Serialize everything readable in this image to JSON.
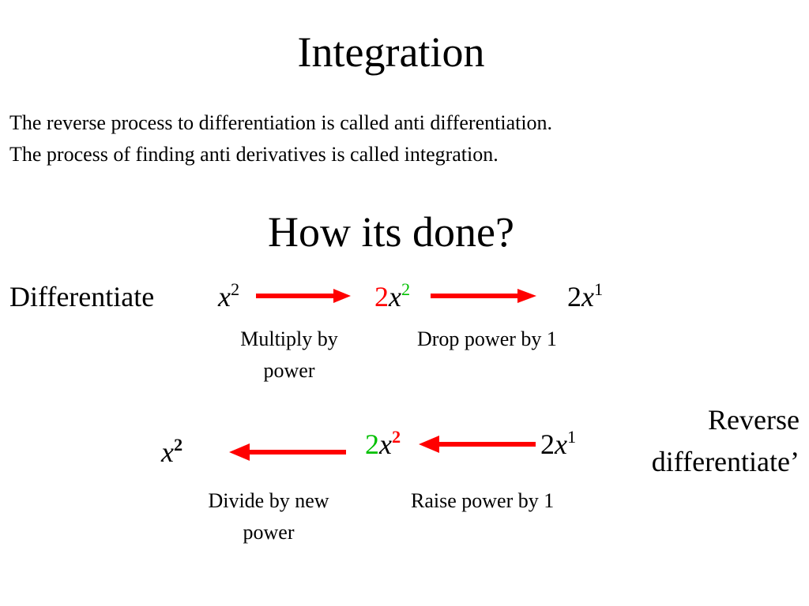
{
  "slide": {
    "title": "Integration",
    "intro_line1": "The reverse process to differentiation is called anti differentiation.",
    "intro_line2": "The process of finding anti derivatives is called integration.",
    "heading": "How its done?",
    "differentiate": {
      "label": "Differentiate",
      "term1": {
        "base": "x",
        "power": "2"
      },
      "term2": {
        "coef": "2",
        "base": "x",
        "power": "2"
      },
      "term3": {
        "coef": "2",
        "base": "x",
        "power": "1"
      },
      "step1_line1": "Multiply by",
      "step1_line2": "power",
      "step2": "Drop power by 1"
    },
    "reverse": {
      "label_line1": "Reverse",
      "label_line2": "differentiate’",
      "term1": {
        "base": "x",
        "power": "2"
      },
      "term2": {
        "coef": "2",
        "base": "x",
        "power": "2"
      },
      "term3": {
        "coef": "2",
        "base": "x",
        "power": "1"
      },
      "step1_line1": "Divide by new",
      "step1_line2": "power",
      "step2": "Raise power by 1"
    },
    "colors": {
      "arrow": "#ff0000",
      "coef_differentiate": "#ff0000",
      "power_differentiate": "#00c000",
      "coef_reverse": "#00c000",
      "power_reverse": "#ff0000"
    }
  }
}
